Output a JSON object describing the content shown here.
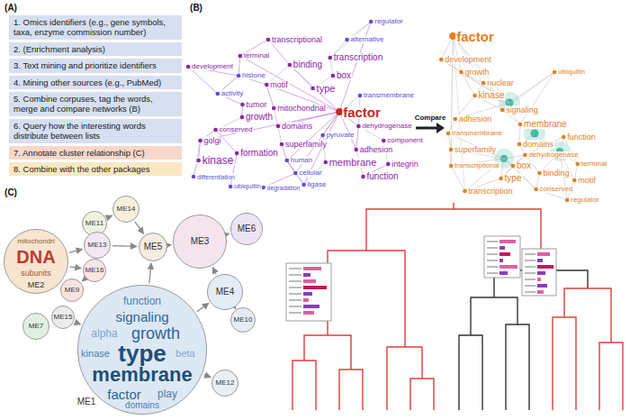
{
  "diagram": {
    "nodes": [
      {
        "text": [
          "1. Omics identifiers (e.g., gene symbols, taxa, enzyme commission number)"
        ]
      },
      {
        "text": [
          "2. (Enrichment analysis)"
        ]
      },
      {
        "text": [
          "3. Text mining and prioritize identifiers"
        ]
      },
      {
        "text": [
          "4. Mining other sources (e.g., PubMed)"
        ]
      },
      {
        "text": [
          "5. Combine corpuses, tag the words, merge and compare networks (B)"
        ]
      },
      {
        "text": [
          "6. Query how the interesting words distribute between lists"
        ]
      },
      {
        "text": [
          "7. Annotate cluster relationship (C)"
        ]
      },
      {
        "text": [
          "8. Combine with the other packages"
        ]
      },
      {
        "text": [
          "ME1",
          "function",
          "signaling",
          "alpha",
          "growth",
          "kinase",
          "type",
          "beta",
          "membrane",
          "factor",
          "play",
          "domains"
        ]
      },
      {
        "text": [
          "mitochondri",
          "DNA",
          "subunits",
          "ME2"
        ]
      },
      {
        "text": [
          "ME3"
        ]
      },
      {
        "text": [
          "ME4"
        ]
      },
      {
        "text": [
          "ME5"
        ]
      },
      {
        "text": [
          "ME6"
        ]
      },
      {
        "text": [
          "ME7"
        ]
      },
      {
        "text": [
          "ME9"
        ]
      },
      {
        "text": [
          "ME10"
        ]
      },
      {
        "text": [
          "ME11"
        ]
      },
      {
        "text": [
          "ME12"
        ]
      },
      {
        "text": [
          "ME13"
        ]
      },
      {
        "text": [
          "ME14"
        ]
      },
      {
        "text": [
          "ME15"
        ]
      },
      {
        "text": [
          "ME16"
        ]
      }
    ],
    "edges": [
      {
        "from": 9,
        "to": 19,
        "arrow": "to"
      },
      {
        "from": 9,
        "to": 22,
        "arrow": "to"
      },
      {
        "from": 19,
        "to": 12,
        "arrow": "to"
      },
      {
        "from": 20,
        "to": 12,
        "arrow": "to"
      },
      {
        "from": 17,
        "to": 20,
        "arrow": "to"
      },
      {
        "from": 12,
        "to": 10,
        "arrow": "to"
      },
      {
        "from": 10,
        "to": 13,
        "arrow": "to"
      },
      {
        "from": 11,
        "to": 10,
        "arrow": "to"
      },
      {
        "from": 16,
        "to": 11,
        "arrow": "to"
      },
      {
        "from": 8,
        "to": 11,
        "arrow": "to"
      },
      {
        "from": 8,
        "to": 12,
        "arrow": "to"
      },
      {
        "from": 21,
        "to": 8,
        "arrow": "to"
      },
      {
        "from": 8,
        "to": 18,
        "arrow": "to"
      },
      {
        "from": 22,
        "to": 15,
        "arrow": "to"
      }
    ],
    "labels": [
      "(A)",
      "(B)",
      "(C)",
      "Compare",
      "regulator",
      "transcriptional",
      "alternative",
      "terminal",
      "transcription",
      "development",
      "binding",
      "histone",
      "box",
      "motif",
      "type",
      "activity",
      "transmembrane",
      "tumor",
      "mitochondrial",
      "factor",
      "growth",
      "dehydrogenase",
      "domains",
      "conserved",
      "pyruvate",
      "golgi",
      "component",
      "superfamily",
      "adhesion",
      "formation",
      "kinase",
      "human",
      "membrane",
      "integrin",
      "cellular",
      "function",
      "differentiation",
      "ligase",
      "ubiquitin",
      "degradation",
      "factor",
      "development",
      "growth",
      "ubiquitin",
      "nuclear",
      "kinase",
      "signaling",
      "adhesion",
      "membrane",
      "transmembrane",
      "function",
      "domains",
      "superfamily",
      "dehydrogenase",
      "terminal",
      "box",
      "transcriptional",
      "binding",
      "type",
      "motif",
      "transcription",
      "conserved",
      "regulator"
    ]
  }
}
